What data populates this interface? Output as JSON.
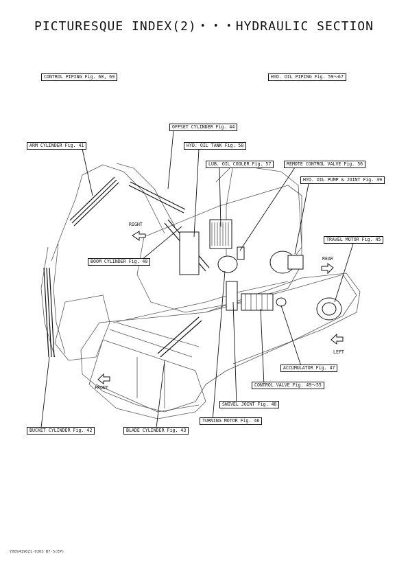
{
  "title": "PICTURESQUE INDEX(2)・・・HYDRAULIC SECTION",
  "labels": {
    "control_piping": "CONTROL PIPING Fig. 68, 69",
    "hyd_oil_piping": "HYD. OIL PIPING Fig. 59〜67",
    "offset_cylinder": "OFFSET CYLINDER Fig. 44",
    "arm_cylinder": "ARM CYLINDER Fig. 41",
    "hyd_oil_tank": "HYD. OIL TANK Fig. 58",
    "lub_oil_cooler": "LUB. OIL COOLER Fig. 57",
    "remote_control_valve": "REMOTE CONTROL VALVE Fig. 56",
    "hyd_oil_pump_joint": "HYD. OIL PUMP & JOINT Fig. 39",
    "travel_motor": "TRAVEL MOTOR Fig. 45",
    "boom_cylinder": "BOOM CYLINDER Fig. 40",
    "accumulator": "ACCUMULATOR Fig. 47",
    "control_valve": "CONTROL VALVE Fig. 49〜55",
    "swivel_joint": "SWIVEL JOINT Fig. 48",
    "turning_motor": "TURNING MOTOR Fig. 46",
    "bucket_cylinder": "BUCKET CYLINDER Fig. 42",
    "blade_cylinder": "BLADE CYLINDER Fig. 43"
  },
  "directions": {
    "right": "RIGHT",
    "rear": "REAR",
    "left": "LEFT",
    "front": "FRONT"
  },
  "footer": "Y00S4190Z1-0303 B7-5(EP)"
}
